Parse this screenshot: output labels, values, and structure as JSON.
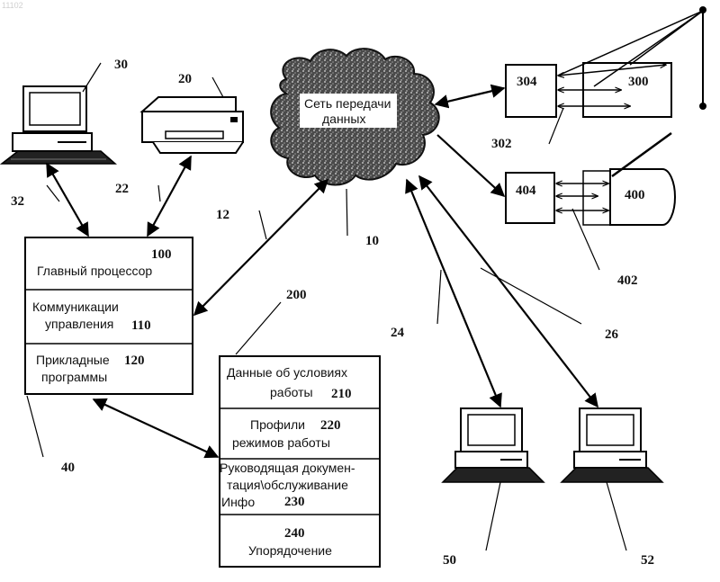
{
  "figure_id": "11102",
  "network": {
    "label_line1": "Сеть передачи",
    "label_line2": "данных",
    "ref": "10"
  },
  "main_block": {
    "ref": "100",
    "title": "Главный процессор",
    "comm_line1": "Коммуникации",
    "comm_line2": "управления",
    "comm_ref": "110",
    "apps_line1": "Прикладные",
    "apps_ref": "120",
    "apps_line2": "программы"
  },
  "data_block": {
    "ref": "200",
    "cond_line1": "Данные об условиях",
    "cond_line2": "работы",
    "cond_ref": "210",
    "prof_line1": "Профили",
    "prof_ref": "220",
    "prof_line2": "режимов работы",
    "doc_line1": "Руководящая докумен-",
    "doc_line2": "тация\\обслуживание",
    "doc_line3": "Инфо",
    "doc_ref": "230",
    "order_ref": "240",
    "order_label": "Упорядочение"
  },
  "ref_labels": {
    "computer_top": "30",
    "printer": "20",
    "link_32": "32",
    "link_22": "22",
    "link_12": "12",
    "link_40": "40",
    "link_24": "24",
    "link_26": "26",
    "device_300": "300",
    "device_304": "304",
    "link_302": "302",
    "device_400": "400",
    "device_404": "404",
    "link_402": "402",
    "computer_50": "50",
    "computer_52": "52"
  }
}
